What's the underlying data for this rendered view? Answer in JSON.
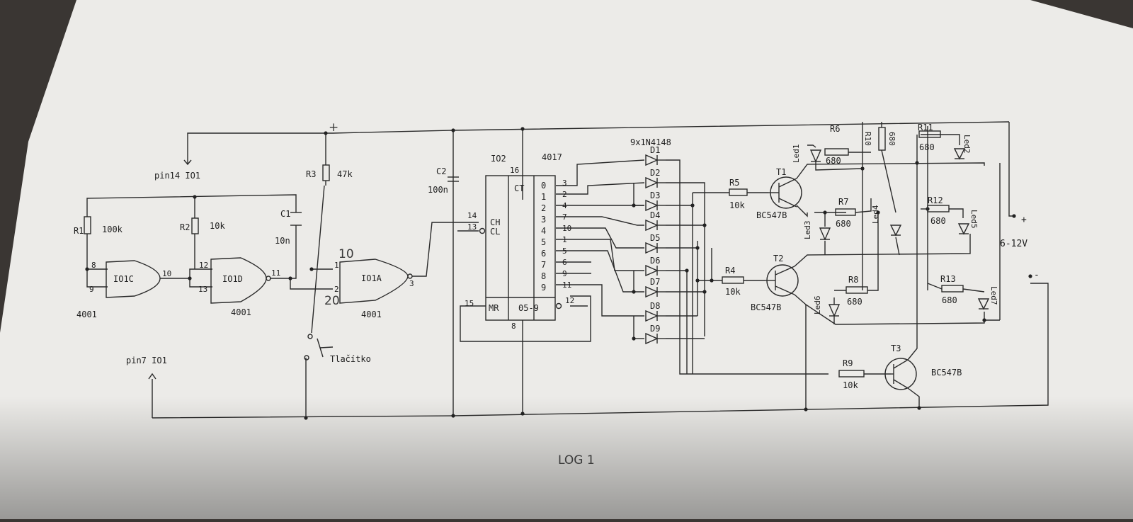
{
  "colors": {
    "paper": "#ecebe8",
    "ink": "#2a2a2a",
    "mat": "#3a3633"
  },
  "gates": [
    {
      "name": "IO1C",
      "type": "4001",
      "inputs": [
        "8",
        "9"
      ],
      "output": "10"
    },
    {
      "name": "IO1D",
      "type": "4001",
      "inputs": [
        "12",
        "13"
      ],
      "output": "11"
    },
    {
      "name": "IO1A",
      "type": "4001",
      "inputs": [
        "1",
        "2"
      ],
      "output": "3"
    }
  ],
  "counter": {
    "name": "IO2",
    "part": "4017",
    "vcc_pin": "16",
    "vcc_label": "CT",
    "gnd_pin": "8",
    "inputs": [
      {
        "pin": "14",
        "label": "CH"
      },
      {
        "pin": "13",
        "label": "CL"
      },
      {
        "pin": "15",
        "label": "MR"
      }
    ],
    "carry": {
      "pin": "12",
      "label": "05-9"
    },
    "outputs": [
      {
        "label": "0",
        "pin": "3"
      },
      {
        "label": "1",
        "pin": "2"
      },
      {
        "label": "2",
        "pin": "4"
      },
      {
        "label": "3",
        "pin": "7"
      },
      {
        "label": "4",
        "pin": "10"
      },
      {
        "label": "5",
        "pin": "1"
      },
      {
        "label": "6",
        "pin": "5"
      },
      {
        "label": "7",
        "pin": "6"
      },
      {
        "label": "8",
        "pin": "9"
      },
      {
        "label": "9",
        "pin": "11"
      }
    ]
  },
  "diodes": {
    "title": "9x1N4148",
    "labels": [
      "D1",
      "D2",
      "D3",
      "D4",
      "D5",
      "D6",
      "D7",
      "D8",
      "D9"
    ]
  },
  "resistors": [
    {
      "name": "R1",
      "value": "100k"
    },
    {
      "name": "R2",
      "value": "10k"
    },
    {
      "name": "R3",
      "value": "47k"
    },
    {
      "name": "R4",
      "value": "10k"
    },
    {
      "name": "R5",
      "value": "10k"
    },
    {
      "name": "R6",
      "value": "680"
    },
    {
      "name": "R7",
      "value": "680"
    },
    {
      "name": "R8",
      "value": "680"
    },
    {
      "name": "R9",
      "value": "10k"
    },
    {
      "name": "R10",
      "value": "680"
    },
    {
      "name": "R11",
      "value": "680"
    },
    {
      "name": "R12",
      "value": "680"
    },
    {
      "name": "R13",
      "value": "680"
    }
  ],
  "capacitors": [
    {
      "name": "C1",
      "value": "10n"
    },
    {
      "name": "C2",
      "value": "100n"
    }
  ],
  "transistors": [
    {
      "name": "T1",
      "type": "BC547B"
    },
    {
      "name": "T2",
      "type": "BC547B"
    },
    {
      "name": "T3",
      "type": "BC547B"
    }
  ],
  "leds": [
    "Led1",
    "Led2",
    "Led3",
    "Led4",
    "Led5",
    "Led6",
    "Led7"
  ],
  "labels": {
    "pin14": "pin14 IO1",
    "pin7": "pin7 IO1",
    "button": "Tlačítko",
    "supply": "6-12V",
    "plus": "+",
    "minus": "-"
  },
  "handwriting": {
    "top": "+",
    "r3_mark": "10",
    "gate_mark": "20",
    "bottom": "LOG 1"
  }
}
